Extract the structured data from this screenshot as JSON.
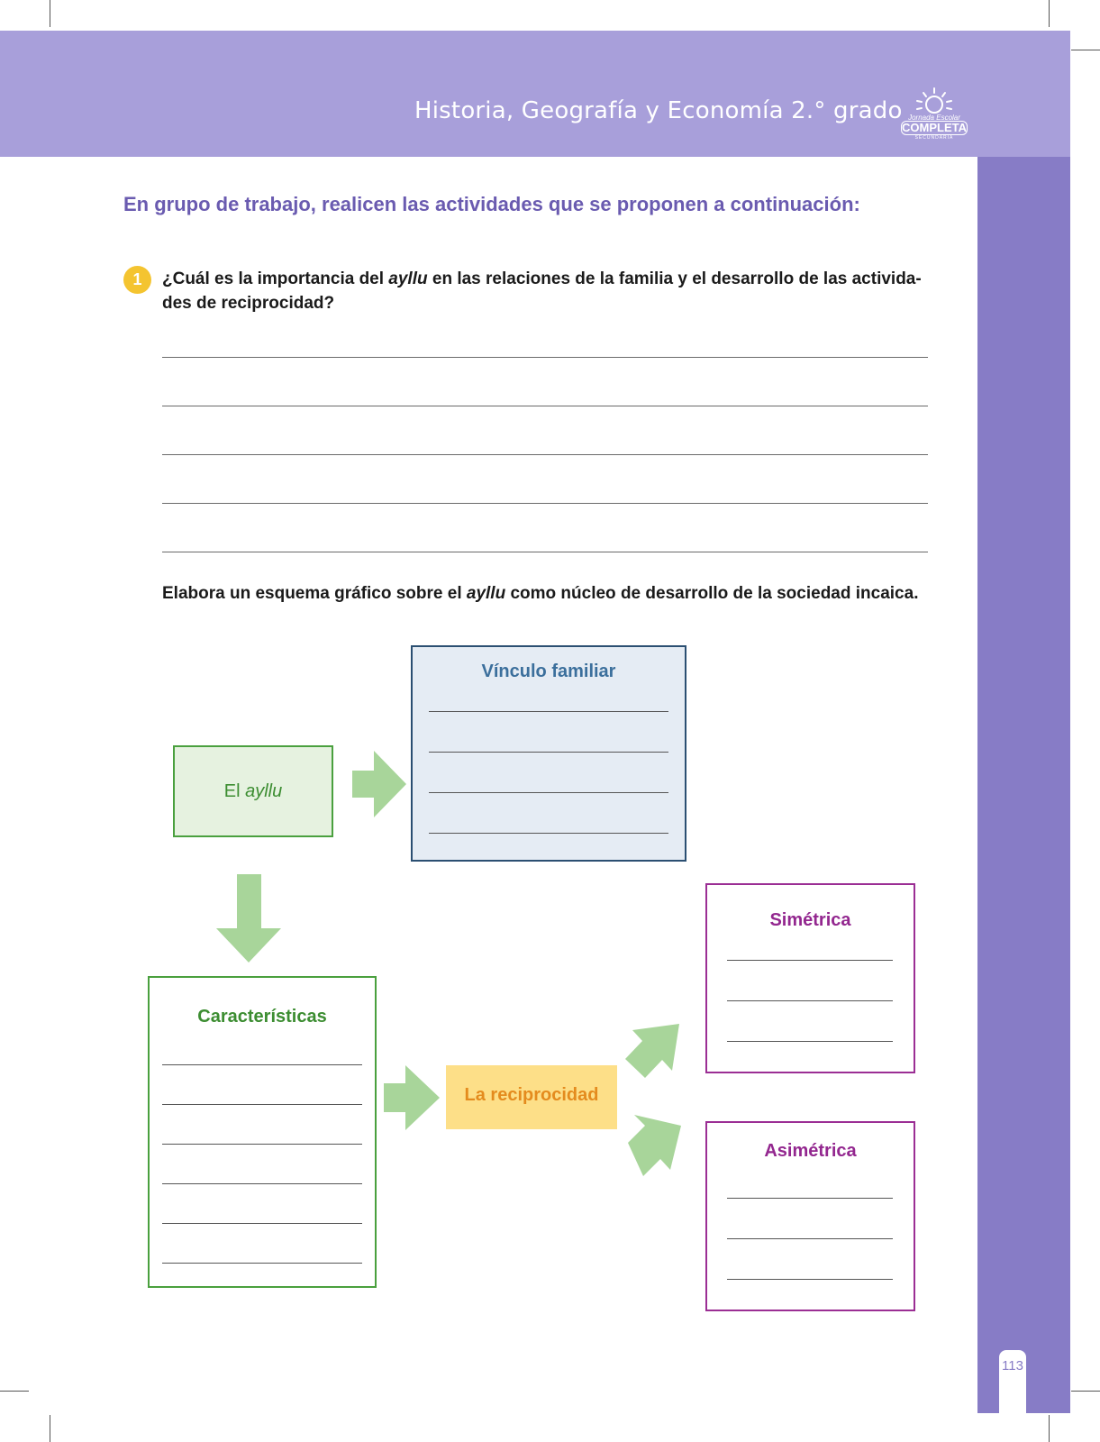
{
  "header": {
    "title": "Historia, Geografía y Economía 2.° grado",
    "logo": {
      "line1": "Jornada Escolar",
      "line2": "COMPLETA",
      "line3": "SECUNDARIA"
    }
  },
  "instruction": "En grupo de trabajo, realicen las actividades que se proponen a continuación:",
  "question": {
    "number": "1",
    "text_before": "¿Cuál es la importancia del ",
    "text_italic": "ayllu",
    "text_after": " en las relaciones de la familia y el desarrollo de las activida-des de reciprocidad?"
  },
  "subinstruction": {
    "text_before": "Elabora un esquema gráfico sobre el ",
    "text_italic": "ayllu",
    "text_after": " como núcleo de desarrollo de la sociedad incaica."
  },
  "diagram": {
    "ayllu_prefix": "El ",
    "ayllu_italic": "ayllu",
    "vinculo_title": "Vínculo familiar",
    "caracteristicas_title": "Características",
    "reciprocidad_title": "La reciprocidad",
    "simetrica_title": "Simétrica",
    "asimetrica_title": "Asimétrica"
  },
  "colors": {
    "header_band": "#a89fda",
    "side_band": "#877cc6",
    "instruction": "#6a5bb0",
    "badge": "#f4c430",
    "arrow": "#a8d59a"
  },
  "page_number": "113"
}
